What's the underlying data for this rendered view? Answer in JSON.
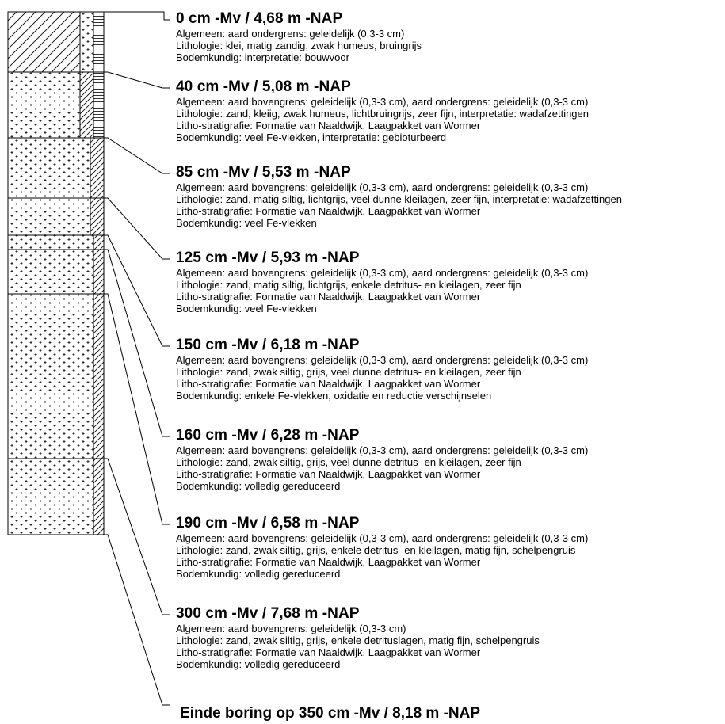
{
  "layers": [
    {
      "heading": "0 cm -Mv / 4,68 m -NAP",
      "lines": [
        "Algemeen: aard ondergrens: geleidelijk (0,3-3 cm)",
        "Lithologie: klei, matig zandig, zwak humeus, bruingrijs",
        "Bodemkundig: interpretatie: bouwvoor"
      ]
    },
    {
      "heading": "40 cm -Mv / 5,08 m -NAP",
      "lines": [
        "Algemeen: aard bovengrens: geleidelijk (0,3-3 cm), aard ondergrens: geleidelijk (0,3-3 cm)",
        "Lithologie: zand, kleiig, zwak humeus, lichtbruingrijs, zeer fijn, interpretatie: wadafzettingen",
        "Litho-stratigrafie: Formatie van Naaldwijk, Laagpakket van Wormer",
        "Bodemkundig: veel Fe-vlekken, interpretatie: gebioturbeerd"
      ]
    },
    {
      "heading": "85 cm -Mv / 5,53 m -NAP",
      "lines": [
        "Algemeen: aard bovengrens: geleidelijk (0,3-3 cm), aard ondergrens: geleidelijk (0,3-3 cm)",
        "Lithologie: zand, matig siltig, lichtgrijs, veel dunne kleilagen, zeer fijn, interpretatie: wadafzettingen",
        "Litho-stratigrafie: Formatie van Naaldwijk, Laagpakket van Wormer",
        "Bodemkundig: veel Fe-vlekken"
      ]
    },
    {
      "heading": "125 cm -Mv / 5,93 m -NAP",
      "lines": [
        "Algemeen: aard bovengrens: geleidelijk (0,3-3 cm), aard ondergrens: geleidelijk (0,3-3 cm)",
        "Lithologie: zand, matig siltig, lichtgrijs, enkele detritus- en kleilagen, zeer fijn",
        "Litho-stratigrafie: Formatie van Naaldwijk, Laagpakket van Wormer",
        "Bodemkundig: veel Fe-vlekken"
      ]
    },
    {
      "heading": "150 cm -Mv / 6,18 m -NAP",
      "lines": [
        "Algemeen: aard bovengrens: geleidelijk (0,3-3 cm), aard ondergrens: geleidelijk (0,3-3 cm)",
        "Lithologie: zand, zwak siltig, grijs, veel dunne detritus- en kleilagen, zeer fijn",
        "Litho-stratigrafie: Formatie van Naaldwijk, Laagpakket van Wormer",
        "Bodemkundig: enkele Fe-vlekken, oxidatie en reductie verschijnselen"
      ]
    },
    {
      "heading": "160 cm -Mv / 6,28 m -NAP",
      "lines": [
        "Algemeen: aard bovengrens: geleidelijk (0,3-3 cm), aard ondergrens: geleidelijk (0,3-3 cm)",
        "Lithologie: zand, zwak siltig, grijs, veel dunne detritus- en kleilagen, zeer fijn",
        "Litho-stratigrafie: Formatie van Naaldwijk, Laagpakket van Wormer",
        "Bodemkundig: volledig gereduceerd"
      ]
    },
    {
      "heading": "190 cm -Mv / 6,58 m -NAP",
      "lines": [
        "Algemeen: aard bovengrens: geleidelijk (0,3-3 cm), aard ondergrens: geleidelijk (0,3-3 cm)",
        "Lithologie: zand, zwak siltig, grijs, enkele detritus- en kleilagen, matig fijn, schelpengruis",
        "Litho-stratigrafie: Formatie van Naaldwijk, Laagpakket van Wormer",
        "Bodemkundig: volledig gereduceerd"
      ]
    },
    {
      "heading": "300 cm -Mv / 7,68 m -NAP",
      "lines": [
        "Algemeen: aard bovengrens: geleidelijk (0,3-3 cm)",
        "Lithologie: zand, zwak siltig, grijs, enkele detrituslagen, matig fijn, schelpengruis",
        "Litho-stratigrafie: Formatie van Naaldwijk, Laagpakket van Wormer",
        "Bodemkundig: volledig gereduceerd"
      ]
    }
  ],
  "end_label": "Einde boring op 350 cm -Mv / 8,18 m -NAP",
  "colors": {
    "line": "#000000",
    "background": "#ffffff"
  }
}
